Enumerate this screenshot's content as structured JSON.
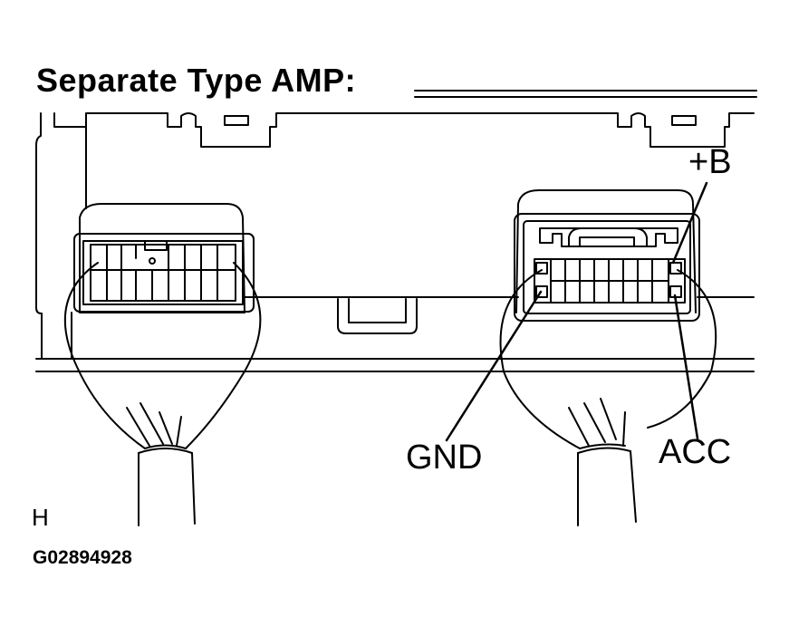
{
  "title": "Separate Type AMP:",
  "labels": {
    "plus_b": "+B",
    "gnd": "GND",
    "acc": "ACC",
    "view_letter": "H",
    "figure_id": "G02894928"
  },
  "colors": {
    "line": "#000000",
    "background": "#ffffff"
  }
}
